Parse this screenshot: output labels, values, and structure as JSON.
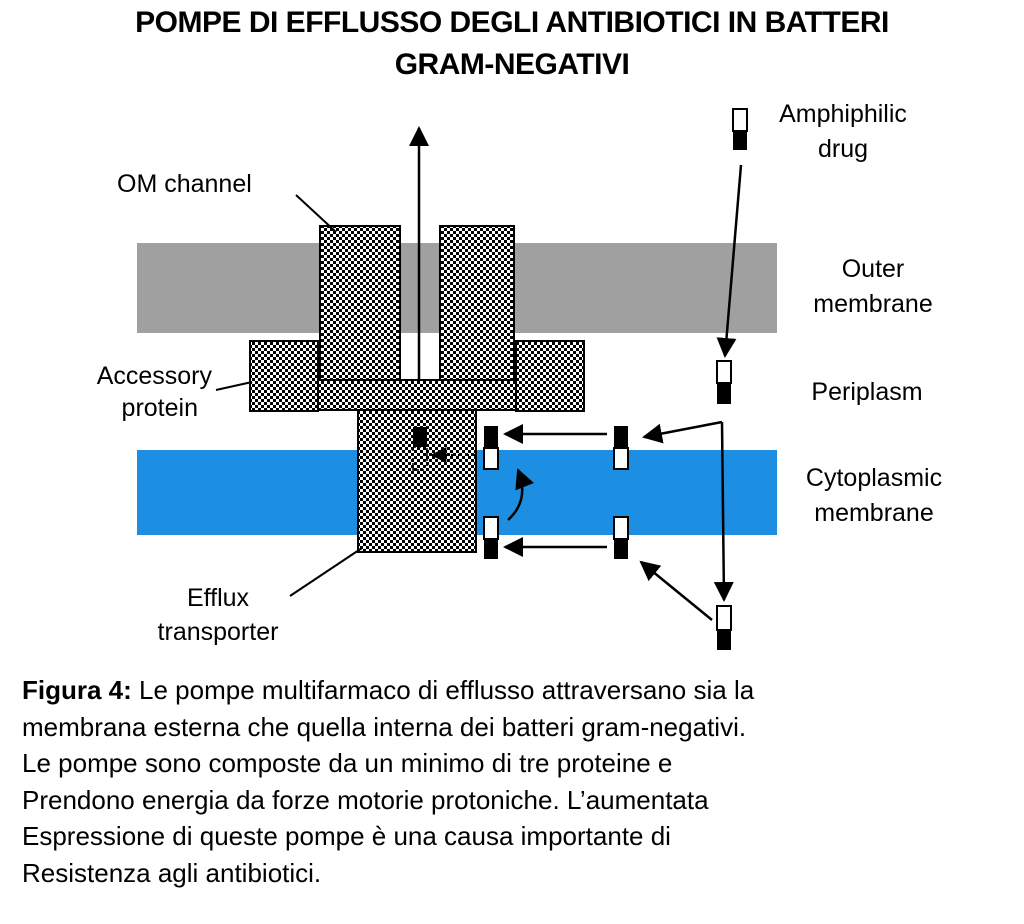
{
  "title": {
    "line1": "POMPE DI EFFLUSSO DEGLI ANTIBIOTICI IN BATTERI",
    "line2": "GRAM-NEGATIVI"
  },
  "diagram": {
    "labels": {
      "om_channel": "OM channel",
      "accessory_line1": "Accessory",
      "accessory_line2": "protein",
      "efflux_line1": "Efflux",
      "efflux_line2": "transporter",
      "amphiphilic_line1": "Amphiphilic",
      "amphiphilic_line2": "drug",
      "outer_line1": "Outer",
      "outer_line2": "membrane",
      "periplasm": "Periplasm",
      "cytoplasmic_line1": "Cytoplasmic",
      "cytoplasmic_line2": "membrane"
    },
    "colors": {
      "outer_membrane": "#a0a0a0",
      "cytoplasmic_membrane": "#1d8fe2",
      "protein_fill": "#d8d8d8",
      "ink": "#000000"
    }
  },
  "caption": {
    "figure_label": "Figura 4:",
    "line1_rest": " Le pompe multifarmaco di efflusso attraversano sia la",
    "line2": "membrana esterna che quella interna dei batteri gram-negativi.",
    "line3": "Le pompe sono composte da un minimo di tre proteine e",
    "line4": "Prendono energia da forze motorie protoniche.  L’aumentata",
    "line5": "Espressione di queste pompe è una causa importante di",
    "line6": "Resistenza agli antibiotici."
  }
}
